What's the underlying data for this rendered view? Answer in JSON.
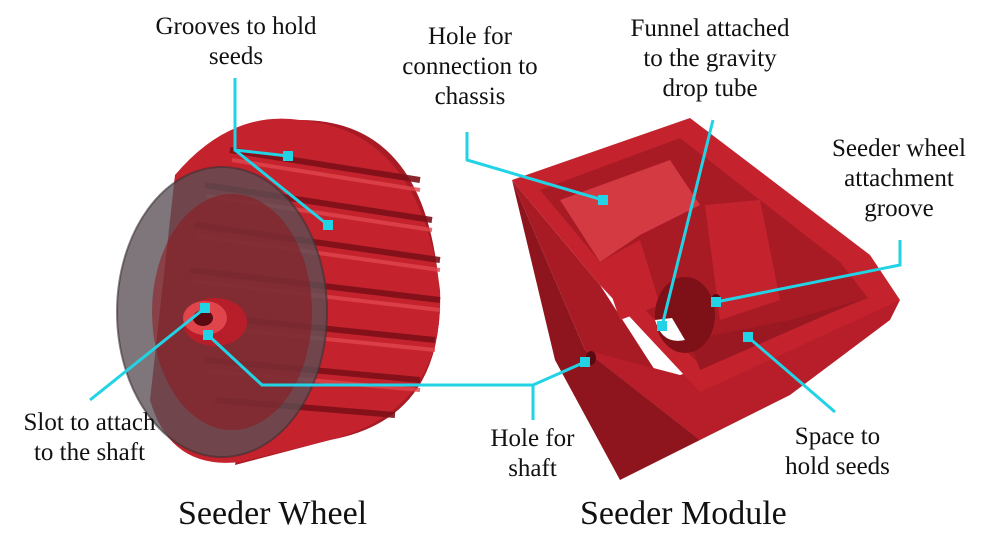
{
  "captions": {
    "wheel": "Seeder Wheel",
    "module": "Seeder Module"
  },
  "labels": {
    "grooves": [
      "Grooves to hold",
      "seeds"
    ],
    "hole_chassis": [
      "Hole for",
      "connection to",
      "chassis"
    ],
    "funnel": [
      "Funnel attached",
      "to the gravity",
      "drop tube"
    ],
    "attachment_groove": [
      "Seeder wheel",
      "attachment",
      "groove"
    ],
    "slot_shaft": [
      "Slot to attach",
      "to the shaft"
    ],
    "hole_shaft": [
      "Hole for",
      "shaft"
    ],
    "space_seeds": [
      "Space to",
      "hold seeds"
    ]
  },
  "colors": {
    "callout": "#22d3e6",
    "body_red": "#c4232e",
    "dark_red": "#7e1018",
    "light_red": "#e0454c",
    "shadow_gray": "#5a5054"
  }
}
